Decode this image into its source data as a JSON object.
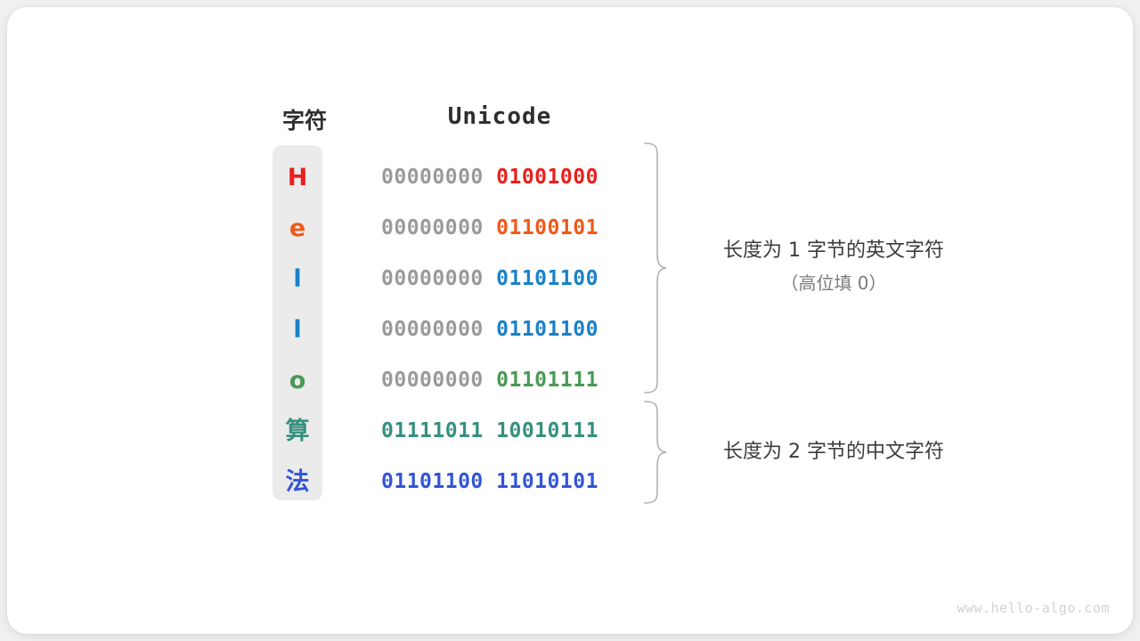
{
  "watermark": "www.hello-algo.com",
  "table": {
    "headers": {
      "character": "字符",
      "unicode": "Unicode"
    },
    "rows": [
      {
        "char": "H",
        "high_byte": "00000000",
        "low_byte": "01001000",
        "color": "#e8211d"
      },
      {
        "char": "e",
        "high_byte": "00000000",
        "low_byte": "01100101",
        "color": "#f05a18"
      },
      {
        "char": "l",
        "high_byte": "00000000",
        "low_byte": "01101100",
        "color": "#1a81c8"
      },
      {
        "char": "l",
        "high_byte": "00000000",
        "low_byte": "01101100",
        "color": "#1a81c8"
      },
      {
        "char": "o",
        "high_byte": "00000000",
        "low_byte": "01101111",
        "color": "#4a9a55"
      },
      {
        "char": "算",
        "high_byte": "01111011",
        "low_byte": "10010111",
        "color": "#35907e"
      },
      {
        "char": "法",
        "high_byte": "01101100",
        "low_byte": "11010101",
        "color": "#3355d8"
      }
    ],
    "high_byte_color": "#9a9a9a"
  },
  "annotations": [
    {
      "line1": "长度为 1 字节的英文字符",
      "line2": "（高位填 0）"
    },
    {
      "line1": "长度为 2 字节的中文字符",
      "line2": ""
    }
  ]
}
